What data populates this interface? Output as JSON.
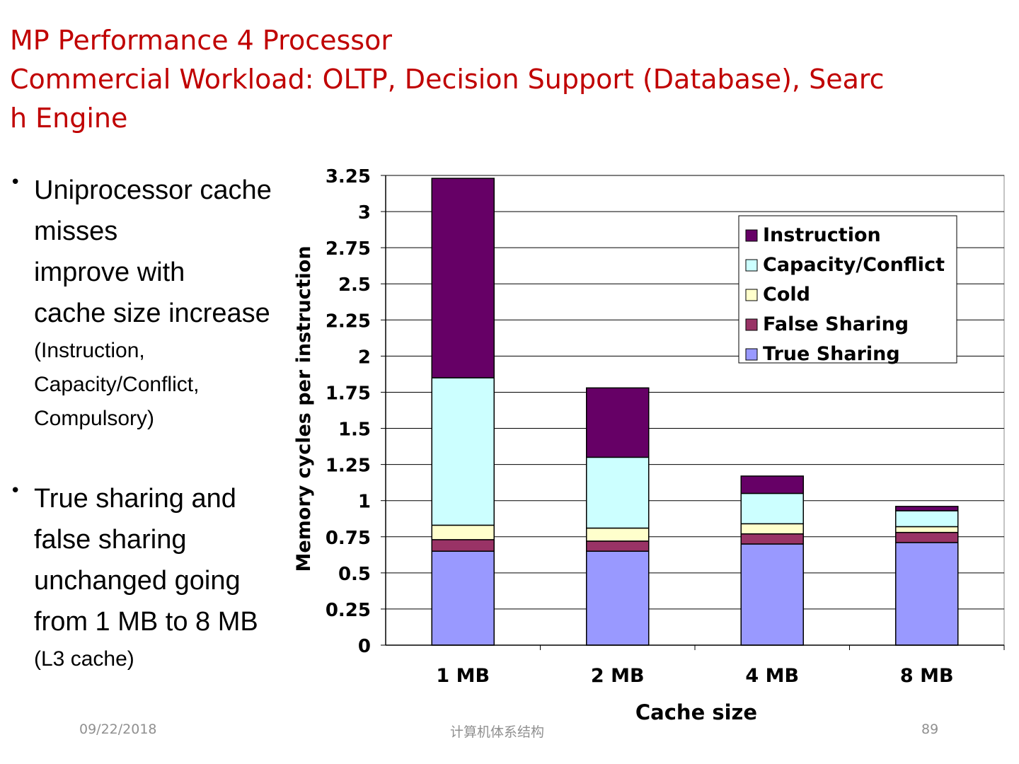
{
  "slide": {
    "title_lines": [
      "MP Performance 4 Processor",
      "Commercial Workload: OLTP, Decision Support (Database), Searc",
      "h Engine"
    ],
    "bullets": [
      {
        "big_lines": [
          "Uniprocessor cache",
          "misses",
          "improve with",
          "cache size increase"
        ],
        "small_lines": [
          "(Instruction,",
          "Capacity/Conflict,",
          "Compulsory)"
        ]
      },
      {
        "big_lines": [
          "True sharing and",
          "false sharing",
          "unchanged going",
          "from 1 MB to 8 MB"
        ],
        "small_lines": [
          "(L3 cache)"
        ]
      }
    ],
    "footer": {
      "date": "09/22/2018",
      "course": "计算机体系结构",
      "page": "89"
    }
  },
  "chart_data": {
    "type": "bar",
    "stacked": true,
    "categories": [
      "1 MB",
      "2 MB",
      "4 MB",
      "8 MB"
    ],
    "xlabel": "Cache size",
    "ylabel": "Memory cycles per instruction",
    "ylim": [
      0,
      3.25
    ],
    "yticks": [
      "0",
      "0.25",
      "0.5",
      "0.75",
      "1",
      "1.25",
      "1.5",
      "1.75",
      "2",
      "2.25",
      "2.5",
      "2.75",
      "3",
      "3.25"
    ],
    "grid": true,
    "legend_position": "top-right",
    "series": [
      {
        "name": "True Sharing",
        "color": "#9999ff",
        "values": [
          0.65,
          0.65,
          0.7,
          0.71
        ]
      },
      {
        "name": "False Sharing",
        "color": "#993366",
        "values": [
          0.08,
          0.07,
          0.07,
          0.07
        ]
      },
      {
        "name": "Cold",
        "color": "#ffffcc",
        "values": [
          0.1,
          0.09,
          0.07,
          0.04
        ]
      },
      {
        "name": "Capacity/Conflict",
        "color": "#ccffff",
        "values": [
          1.02,
          0.49,
          0.21,
          0.11
        ]
      },
      {
        "name": "Instruction",
        "color": "#660066",
        "values": [
          1.38,
          0.48,
          0.12,
          0.03
        ]
      }
    ]
  }
}
